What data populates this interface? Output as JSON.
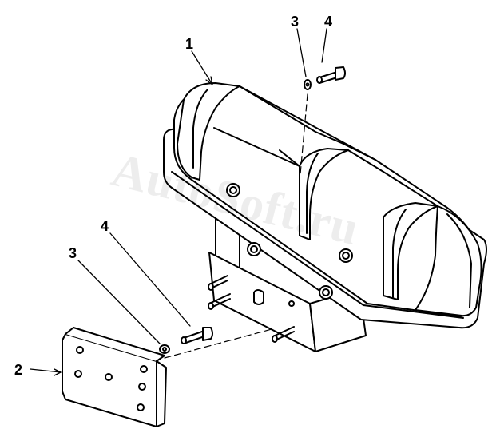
{
  "callouts": {
    "c1": "1",
    "c2": "2",
    "c3_top": "3",
    "c4_top": "4",
    "c3_left": "3",
    "c4_left": "4"
  },
  "watermark": "AutoSoft.ru",
  "parts": [
    "lamp-housing",
    "mounting-plate",
    "washer",
    "bolt"
  ]
}
